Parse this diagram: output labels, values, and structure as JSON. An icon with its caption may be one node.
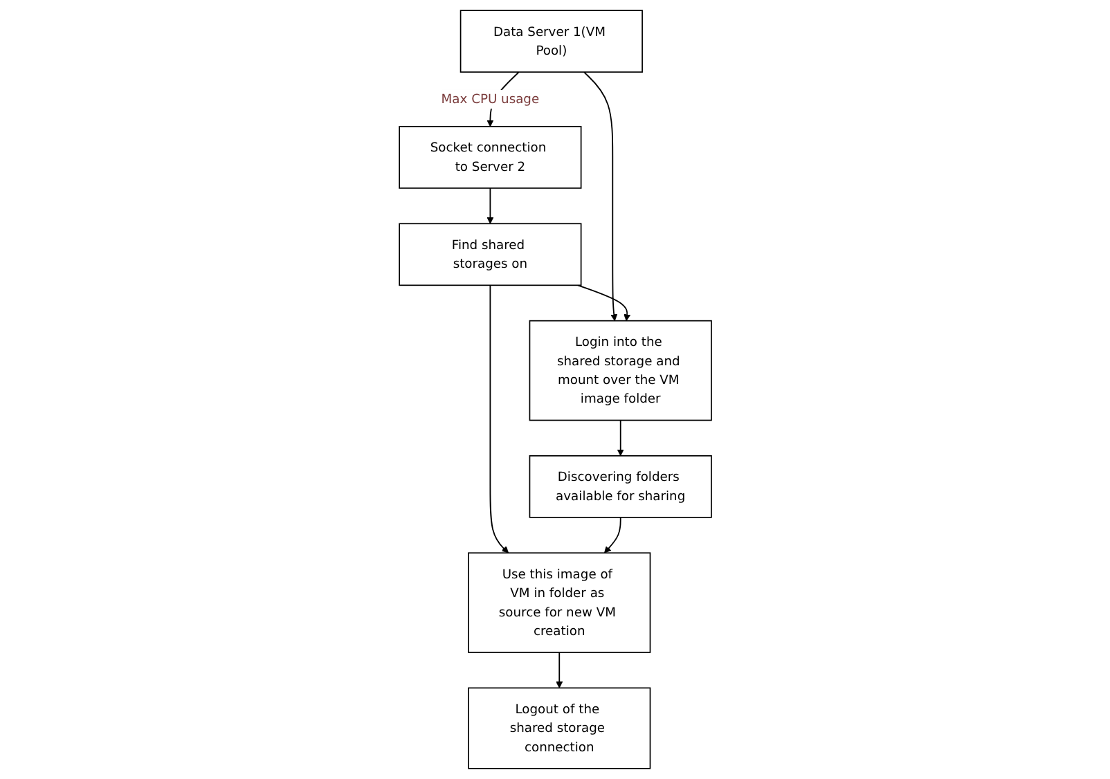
{
  "diagram": {
    "nodes": [
      {
        "text": [
          "Data Server 1(VM Pool)"
        ]
      },
      {
        "text": [
          "Socket connection to Server 2"
        ]
      },
      {
        "text": [
          "Login into the shared storage and mount over the VM image folder"
        ]
      },
      {
        "text": [
          "Find shared storages on"
        ]
      },
      {
        "text": [
          "Use this image of VM in folder as source for new VM creation"
        ]
      },
      {
        "text": [
          "Discovering folders available for sharing"
        ]
      },
      {
        "text": [
          "Logout of the shared storage connection"
        ]
      }
    ],
    "edges": [
      {
        "from": 0,
        "to": 1,
        "arrow": "to",
        "label": "Max CPU usage"
      },
      {
        "from": 0,
        "to": 2,
        "arrow": "to"
      },
      {
        "from": 1,
        "to": 3,
        "arrow": "to"
      },
      {
        "from": 3,
        "to": 2,
        "arrow": "to"
      },
      {
        "from": 3,
        "to": 4,
        "arrow": "to"
      },
      {
        "from": 2,
        "to": 5,
        "arrow": "to"
      },
      {
        "from": 5,
        "to": 4,
        "arrow": "to"
      },
      {
        "from": 4,
        "to": 6,
        "arrow": "to"
      }
    ]
  }
}
